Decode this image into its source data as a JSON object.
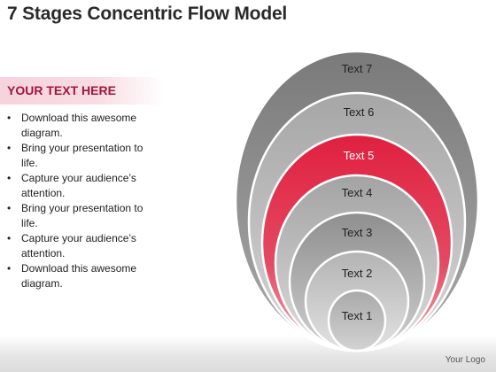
{
  "title": "7 Stages Concentric Flow Model",
  "panel": {
    "heading": "YOUR TEXT HERE",
    "bullets": [
      "Download this awesome diagram.",
      "Bring your presentation to life.",
      "Capture your audience’s attention.",
      "Bring your presentation to life.",
      "Capture your audience’s attention.",
      "Download this awesome diagram."
    ]
  },
  "stages": [
    {
      "label": "Text 7",
      "color": "#8e8e8e"
    },
    {
      "label": "Text 6",
      "color": "#bdbdbd"
    },
    {
      "label": "Text 5",
      "color": "#e0334f"
    },
    {
      "label": "Text 4",
      "color": "#c4c4c4"
    },
    {
      "label": "Text 3",
      "color": "#b0b0b0"
    },
    {
      "label": "Text 2",
      "color": "#cbcbcb"
    },
    {
      "label": "Text 1",
      "color": "#b8b8b8"
    }
  ],
  "highlight_stage": "Text 5",
  "logo": "Your Logo"
}
